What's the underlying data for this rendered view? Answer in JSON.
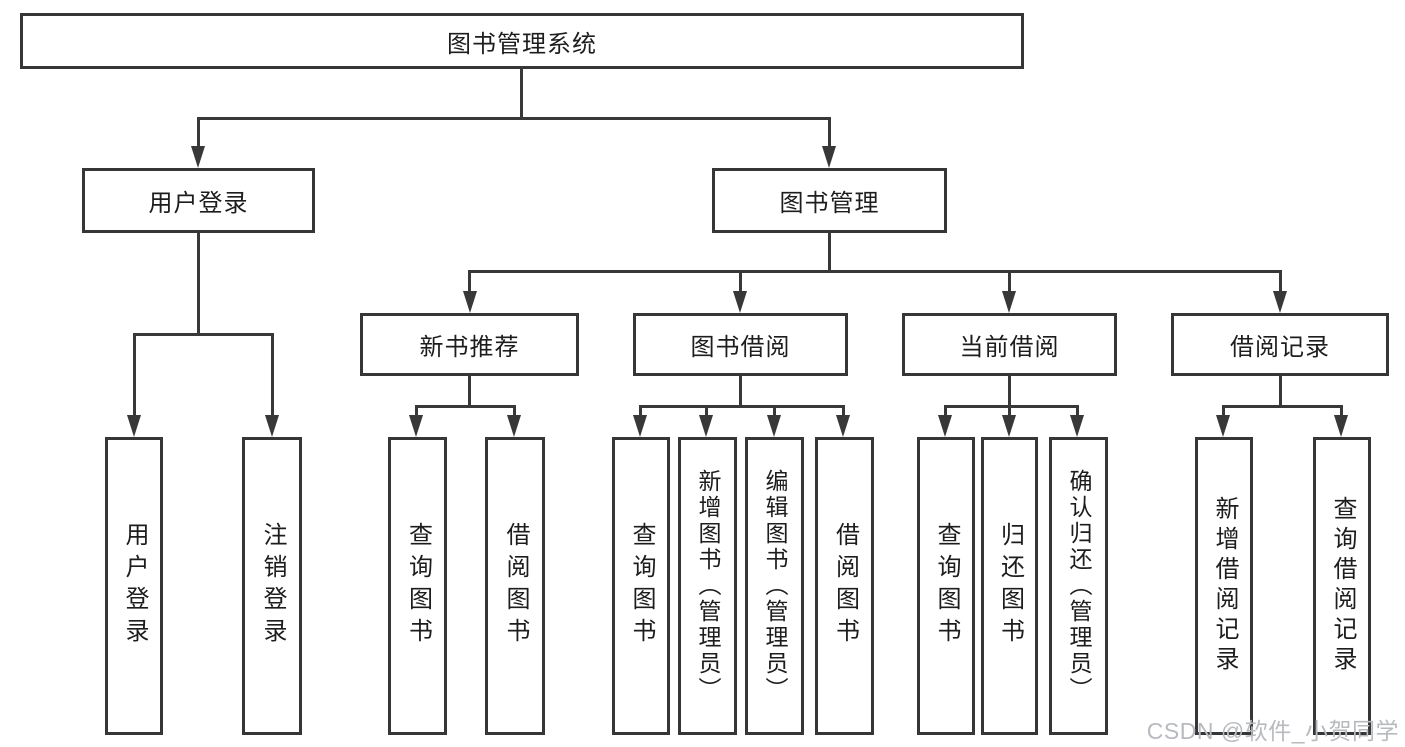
{
  "diagram_title": "图书管理系统",
  "diagram_type": "hierarchy-tree",
  "tree": {
    "label": "图书管理系统",
    "children": [
      {
        "label": "用户登录",
        "children": [
          {
            "label": "用户登录"
          },
          {
            "label": "注销登录"
          }
        ]
      },
      {
        "label": "图书管理",
        "children": [
          {
            "label": "新书推荐",
            "children": [
              {
                "label": "查询图书"
              },
              {
                "label": "借阅图书"
              }
            ]
          },
          {
            "label": "图书借阅",
            "children": [
              {
                "label": "查询图书"
              },
              {
                "label": "新增图书（管理员）"
              },
              {
                "label": "编辑图书（管理员）"
              },
              {
                "label": "借阅图书"
              }
            ]
          },
          {
            "label": "当前借阅",
            "children": [
              {
                "label": "查询图书"
              },
              {
                "label": "归还图书"
              },
              {
                "label": "确认归还（管理员）"
              }
            ]
          },
          {
            "label": "借阅记录",
            "children": [
              {
                "label": "新增借阅记录"
              },
              {
                "label": "查询借阅记录"
              }
            ]
          }
        ]
      }
    ]
  },
  "colors": {
    "line": "#383838",
    "box_border": "#363636",
    "text": "#1d1d1d",
    "watermark": "#b7babe",
    "background": "#ffffff"
  },
  "watermark": "CSDN @软件_小贺同学"
}
